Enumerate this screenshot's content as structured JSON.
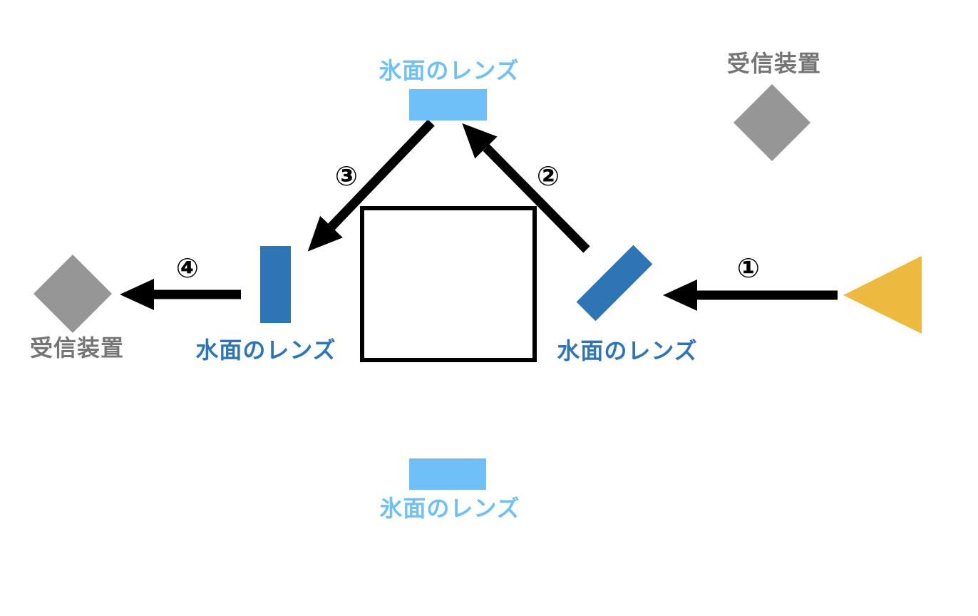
{
  "diagram": {
    "title_none": "",
    "labels": {
      "ice_lens_top": "氷面のレンズ",
      "ice_lens_bottom": "氷面のレンズ",
      "water_lens_left": "水面のレンズ",
      "water_lens_right": "水面のレンズ",
      "receiver_top_right": "受信装置",
      "receiver_bottom_left": "受信装置",
      "step1": "①",
      "step2": "②",
      "step3": "③",
      "step4": "④"
    },
    "colors": {
      "ice_lens": "#6FC0F8",
      "water_lens": "#2E75B6",
      "receiver": "#969696",
      "receiver_text": "#757575",
      "emitter": "#EDB93F",
      "arrow": "#000000",
      "box_fill": "#FFFFFF"
    }
  }
}
